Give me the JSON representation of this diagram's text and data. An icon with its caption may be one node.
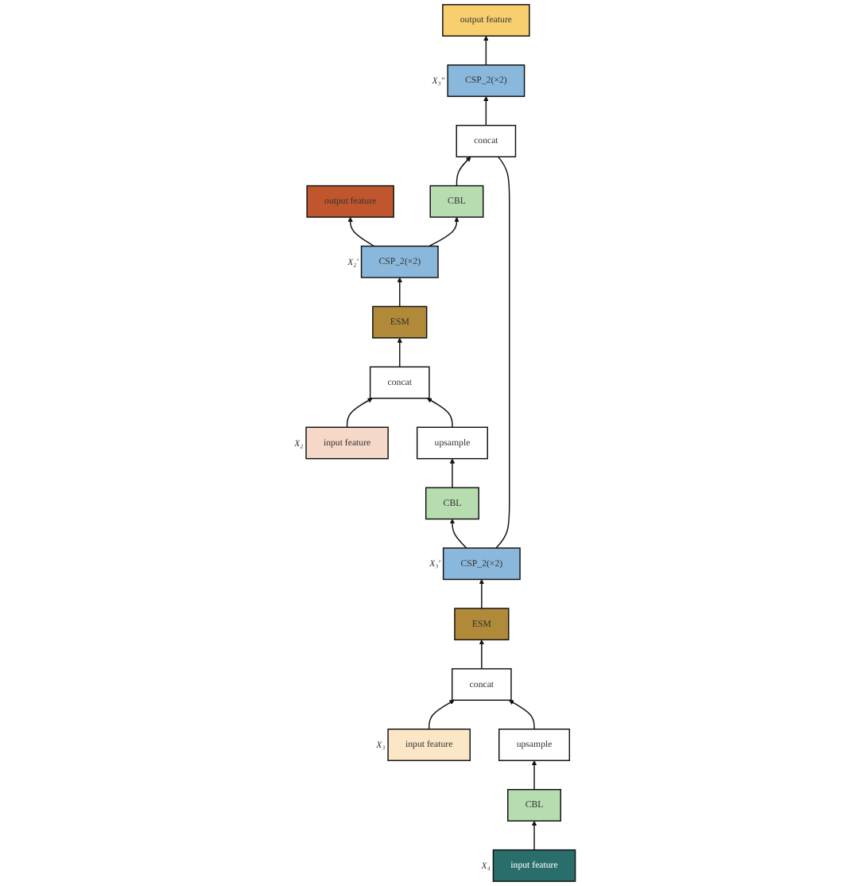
{
  "diagram": {
    "nodes": [
      {
        "text": [
          "input feature"
        ],
        "beside": [
          "X₂"
        ]
      },
      {
        "text": [
          "concat"
        ]
      },
      {
        "text": [
          "ESM"
        ]
      },
      {
        "text": [
          "upsample"
        ]
      },
      {
        "text": [
          "CSP_2(×2)"
        ],
        "beside": [
          "X₂′"
        ]
      },
      {
        "text": [
          "output feature"
        ]
      },
      {
        "text": [
          "CBL"
        ]
      },
      {
        "text": [
          "CBL"
        ]
      },
      {
        "text": [
          "CSP_2(×2)"
        ],
        "beside": [
          "X₃′"
        ]
      },
      {
        "text": [
          "concat"
        ]
      },
      {
        "text": [
          "ESM"
        ]
      },
      {
        "text": [
          "CSP_2(×2)"
        ],
        "beside": [
          "X₃″"
        ]
      },
      {
        "text": [
          "output feature"
        ]
      },
      {
        "text": [
          "input feature"
        ],
        "beside": [
          "X₃"
        ]
      },
      {
        "text": [
          "concat"
        ]
      },
      {
        "text": [
          "upsample"
        ]
      },
      {
        "text": [
          "input feature"
        ],
        "beside": [
          "X₄"
        ]
      },
      {
        "text": [
          "CBL"
        ]
      }
    ],
    "edges": [
      {
        "from": 0,
        "to": 1,
        "arrow": "to"
      },
      {
        "from": 1,
        "to": 2,
        "arrow": "to"
      },
      {
        "from": 2,
        "to": 4,
        "arrow": "to"
      },
      {
        "from": 4,
        "to": 5,
        "arrow": "to"
      },
      {
        "from": 4,
        "to": 7,
        "arrow": "to"
      },
      {
        "from": 3,
        "to": 1,
        "arrow": "to"
      },
      {
        "from": 6,
        "to": 3,
        "arrow": "to"
      },
      {
        "from": 8,
        "to": 6,
        "arrow": "to"
      },
      {
        "from": 10,
        "to": 8,
        "arrow": "to"
      },
      {
        "from": 8,
        "to": 9,
        "arrow": "none"
      },
      {
        "from": 7,
        "to": 9,
        "arrow": "to"
      },
      {
        "from": 9,
        "to": 11,
        "arrow": "to"
      },
      {
        "from": 11,
        "to": 12,
        "arrow": "to"
      },
      {
        "from": 14,
        "to": 10,
        "arrow": "to"
      },
      {
        "from": 13,
        "to": 14,
        "arrow": "to"
      },
      {
        "from": 15,
        "to": 14,
        "arrow": "to"
      },
      {
        "from": 17,
        "to": 15,
        "arrow": "to"
      },
      {
        "from": 16,
        "to": 17,
        "arrow": "to"
      }
    ]
  }
}
